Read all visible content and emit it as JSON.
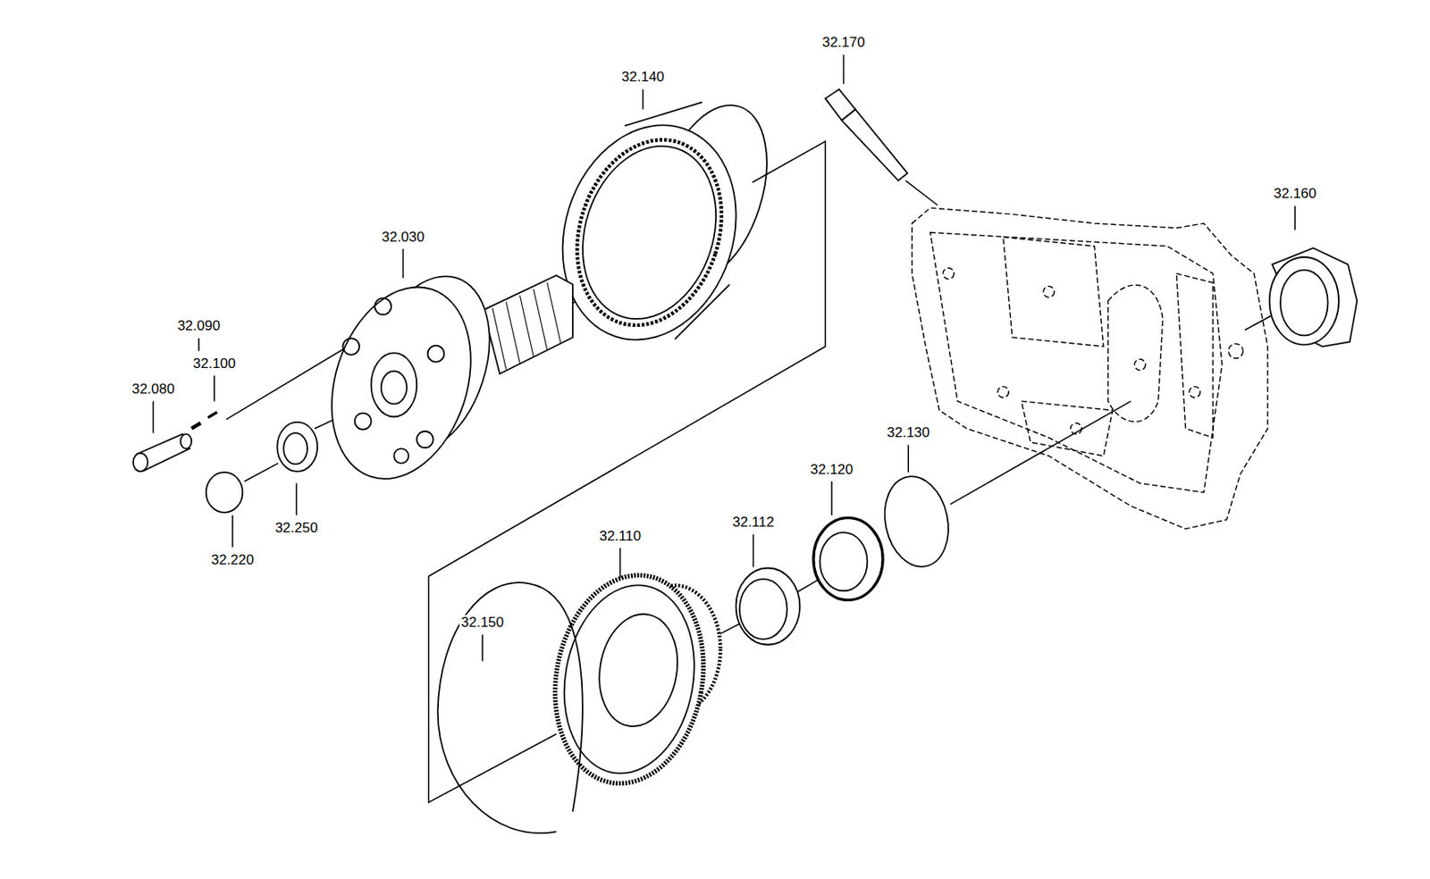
{
  "diagram": {
    "labels": [
      "32.170",
      "32.140",
      "32.160",
      "32.030",
      "32.090",
      "32.100",
      "32.080",
      "32.220",
      "32.250",
      "32.130",
      "32.120",
      "32.112",
      "32.110",
      "32.150"
    ]
  }
}
